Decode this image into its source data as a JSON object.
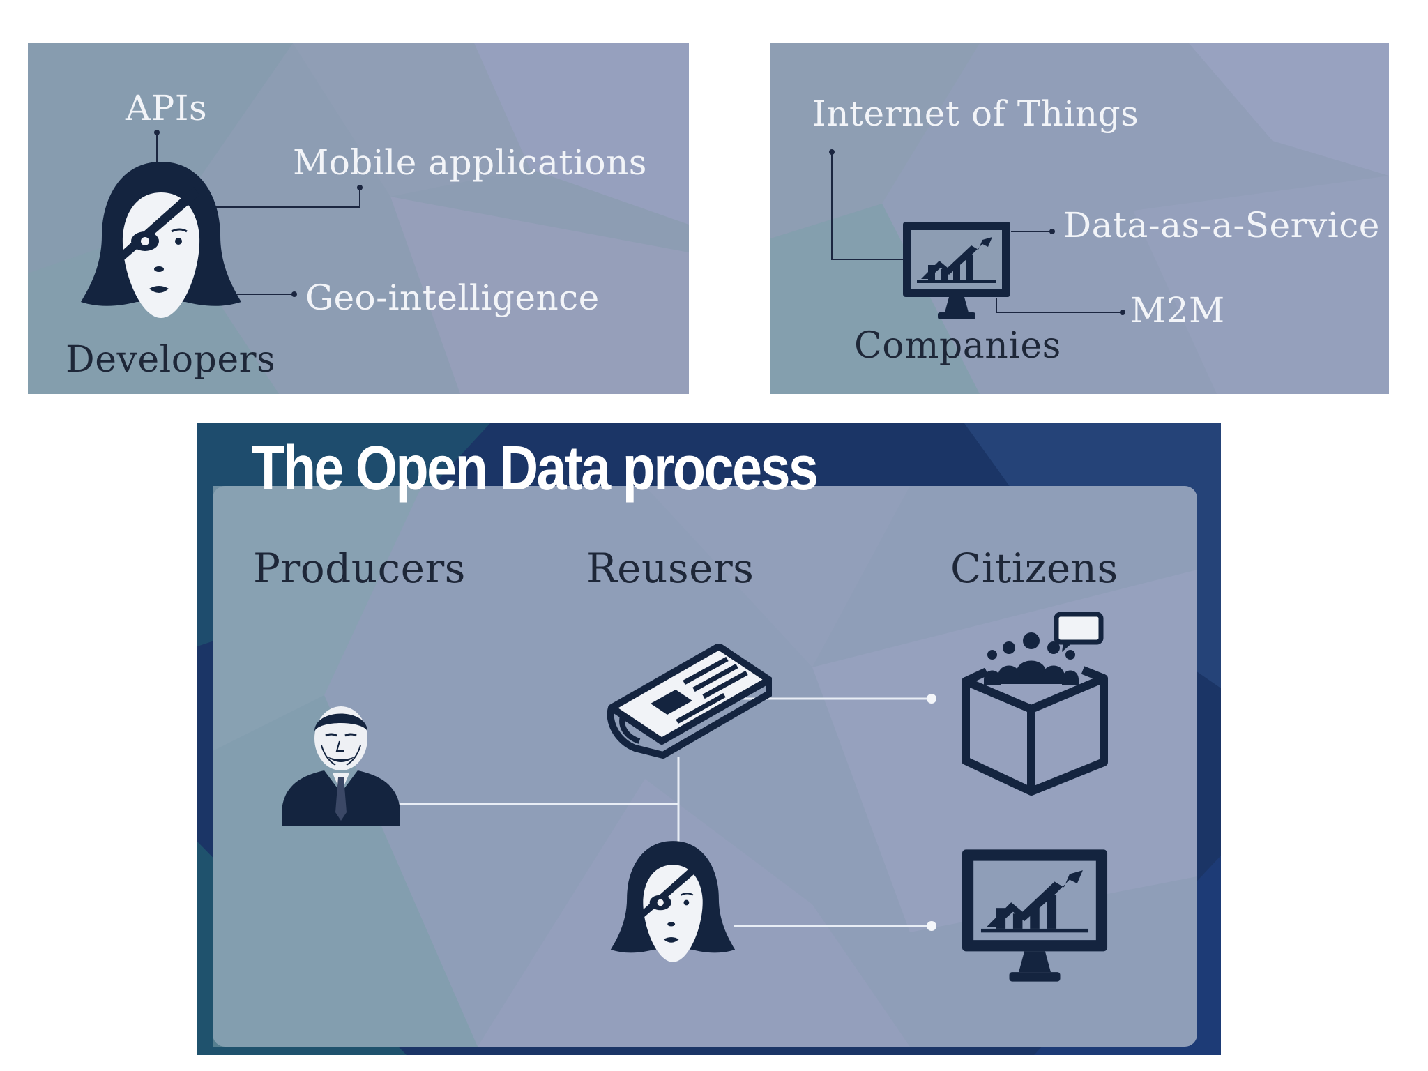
{
  "developers_panel": {
    "labels": {
      "apis": "APIs",
      "mobile": "Mobile applications",
      "geo": "Geo-intelligence",
      "developers": "Developers"
    },
    "icon": "developer-woman-eyepatch-icon"
  },
  "companies_panel": {
    "labels": {
      "iot": "Internet of Things",
      "daas": "Data-as-a-Service",
      "m2m": "M2M",
      "companies": "Companies"
    },
    "icon": "monitor-chart-icon"
  },
  "process_panel": {
    "title": "The Open Data process",
    "columns": {
      "producers": "Producers",
      "reusers": "Reusers",
      "citizens": "Citizens"
    },
    "icons": [
      "politician-portrait-icon",
      "newspaper-icon",
      "developer-woman-eyepatch-icon",
      "citizens-box-icon",
      "monitor-chart-icon"
    ]
  },
  "colors": {
    "icon_navy": "#14243f",
    "panel_bg": "#8e9db6",
    "frame_navy": "#1b3566",
    "connector": "#e8edf5"
  }
}
